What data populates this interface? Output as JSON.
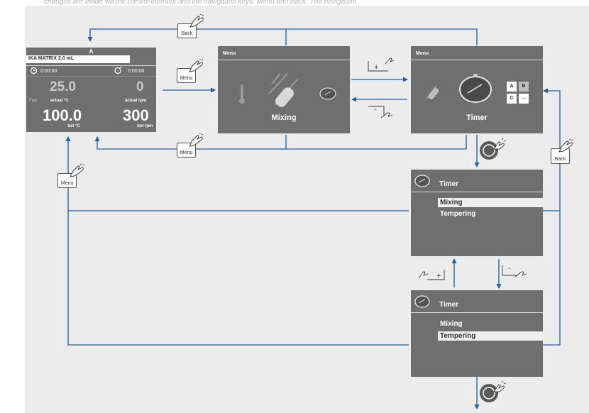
{
  "caption": "changes are made via the control element and the navigation keys: Menu and Back. The navigation",
  "colors": {
    "line": "#1f5fa3",
    "panel": "#6f6f6f",
    "background": "#ececec"
  },
  "home_screen": {
    "slot": "A",
    "device": "IKA MATRIX 2.0 mL",
    "timer_left": "0:00:00",
    "timer_right": "0:00:00",
    "actual_temp": "25.0",
    "actual_temp_label": "actual °C",
    "mode": "Fast",
    "actual_rpm": "0",
    "actual_rpm_label": "actual rpm",
    "set_temp": "100.0",
    "set_temp_label": "Set °C",
    "set_rpm": "300",
    "set_rpm_label": "Set rpm"
  },
  "menu_mixing": {
    "title": "Menu",
    "selected_label": "Mixing",
    "icons": [
      "thermometer-icon",
      "mixing-tube-icon",
      "timer-icon"
    ]
  },
  "menu_timer": {
    "title": "Menu",
    "selected_label": "Timer",
    "grid_labels": [
      "A",
      "B",
      "C",
      "..."
    ],
    "icons": [
      "mixing-tube-icon",
      "timer-icon",
      "abc-grid-icon"
    ]
  },
  "timer_screen_1": {
    "title": "Timer",
    "items": [
      "Mixing",
      "Tempering"
    ],
    "selected_index": 0
  },
  "timer_screen_2": {
    "title": "Timer",
    "items": [
      "Mixing",
      "Tempering"
    ],
    "selected_index": 1
  },
  "buttons": {
    "back_top": "Back",
    "menu_home_to_mixing": "Menu",
    "menu_timer_to_home": "Menu",
    "menu_side": "Menu",
    "back_right": "Back"
  },
  "gestures": {
    "plus_top": "+",
    "minus_top": "-",
    "plus_mid": "+",
    "minus_mid": "-"
  }
}
